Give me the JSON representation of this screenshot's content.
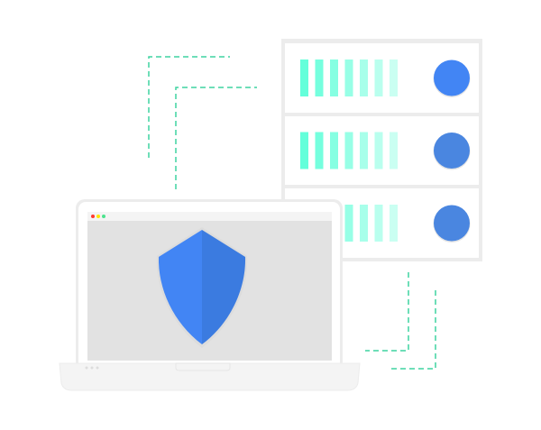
{
  "illustration": {
    "subject": "laptop-security-server",
    "colors": {
      "shield_light": "#4285f4",
      "shield_dark": "#3b7be0",
      "status_dot": "#4285f4",
      "status_dot_dim": "#4a86e0",
      "led_bar": "#64ffda",
      "dashed_line": "#3fd3a0",
      "frame": "#ececec",
      "screen": "#e2e2e2",
      "window_red": "#ff3b30",
      "window_yellow": "#ffe600",
      "window_green": "#4ce38e"
    },
    "server_units": 3,
    "bars_per_unit": 7
  }
}
